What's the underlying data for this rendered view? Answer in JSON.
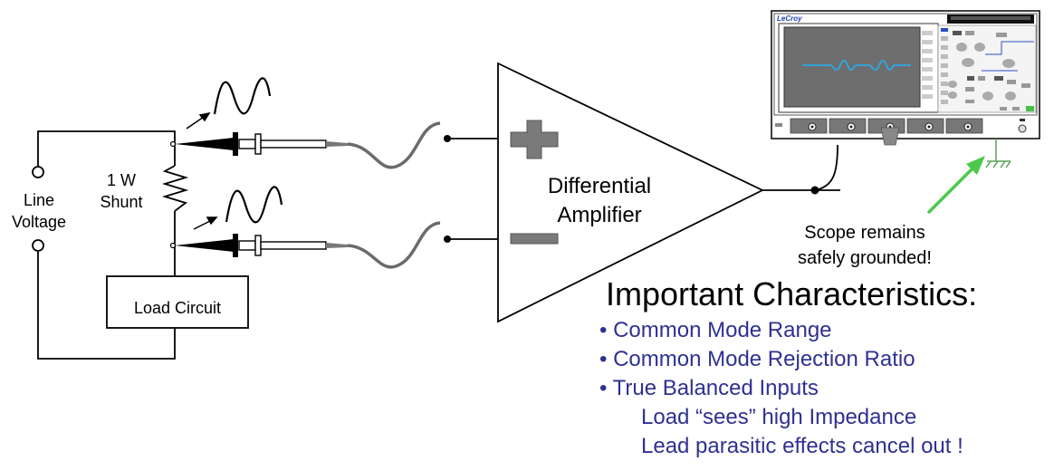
{
  "circuit": {
    "line_voltage": [
      "Line",
      "Voltage"
    ],
    "shunt": [
      "1 W",
      "Shunt"
    ],
    "load_circuit": "Load Circuit"
  },
  "amplifier": {
    "title": [
      "Differential",
      "Amplifier"
    ],
    "plus_symbol": "+",
    "minus_symbol": "−"
  },
  "scope": {
    "brand": "LeCroy",
    "note": [
      "Scope remains",
      "safely grounded!"
    ]
  },
  "characteristics": {
    "heading": "Important Characteristics:",
    "bullets": [
      "• Common Mode Range",
      "• Common Mode Rejection Ratio",
      "• True Balanced Inputs"
    ],
    "sub_items": [
      "Load “sees” high Impedance",
      "Lead parasitic effects cancel out !"
    ]
  },
  "colors": {
    "wire": "#000000",
    "probe_cable": "#6b6b6b",
    "scope_screen": "#6e6e6e",
    "trace": "#2fa8e6",
    "ground_arrow": "#4cc94c",
    "text_blue": "#2e3192"
  }
}
